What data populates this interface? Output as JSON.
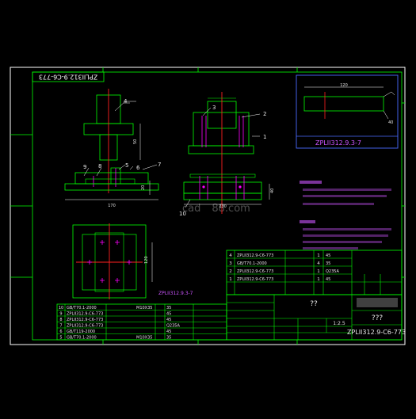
{
  "drawing_code_rotated": "ZPLII312.9-C6-773",
  "drawing_code": "ZPLII312.9-C6-773",
  "scale": "1:2.5",
  "placeholder_marks": [
    "??",
    "???"
  ],
  "detail_ref": "ZPLII312.9.3-7",
  "watermark": "cad",
  "watermark_tail": "88.com",
  "callouts": [
    "1",
    "2",
    "3",
    "4",
    "5",
    "6",
    "7",
    "8",
    "9",
    "10"
  ],
  "dims": {
    "d120": "120",
    "d170": "170",
    "d230": "230",
    "d50": "50",
    "d40": "40",
    "d20": "20"
  },
  "parts_right": [
    {
      "no": "4",
      "code": "ZPLII312.9-C6-773",
      "qty": "1",
      "mat": "45"
    },
    {
      "no": "3",
      "code": "GB/T70.1-2000",
      "qty": "4",
      "mat": "35"
    },
    {
      "no": "2",
      "code": "ZPLII312.9-C6-773",
      "qty": "1",
      "mat": "Q235A"
    },
    {
      "no": "1",
      "code": "ZPLII312.9-C6-773",
      "qty": "1",
      "mat": "45"
    }
  ],
  "parts_left": [
    {
      "no": "10",
      "code": "GB/T70.1-2000",
      "spec": "M10X35",
      "mat": "35"
    },
    {
      "no": "9",
      "code": "ZPLII312.9-C6-773",
      "spec": "",
      "mat": "45"
    },
    {
      "no": "8",
      "code": "ZPLII312.9-C6-773",
      "spec": "",
      "mat": "45"
    },
    {
      "no": "7",
      "code": "ZPLII312.9-C6-773",
      "spec": "",
      "mat": "Q235A"
    },
    {
      "no": "6",
      "code": "GB/T119-2000",
      "spec": "",
      "mat": "45"
    },
    {
      "no": "5",
      "code": "GB/T70.1-2000",
      "spec": "M10X35",
      "mat": "35"
    }
  ],
  "colors": {
    "frame": "#ffffff",
    "green": "#00ff00",
    "red": "#ff2020",
    "magenta": "#ff00ff",
    "blue": "#4a6cff",
    "text": "#e8e8e8",
    "ref": "#cc55ff"
  }
}
